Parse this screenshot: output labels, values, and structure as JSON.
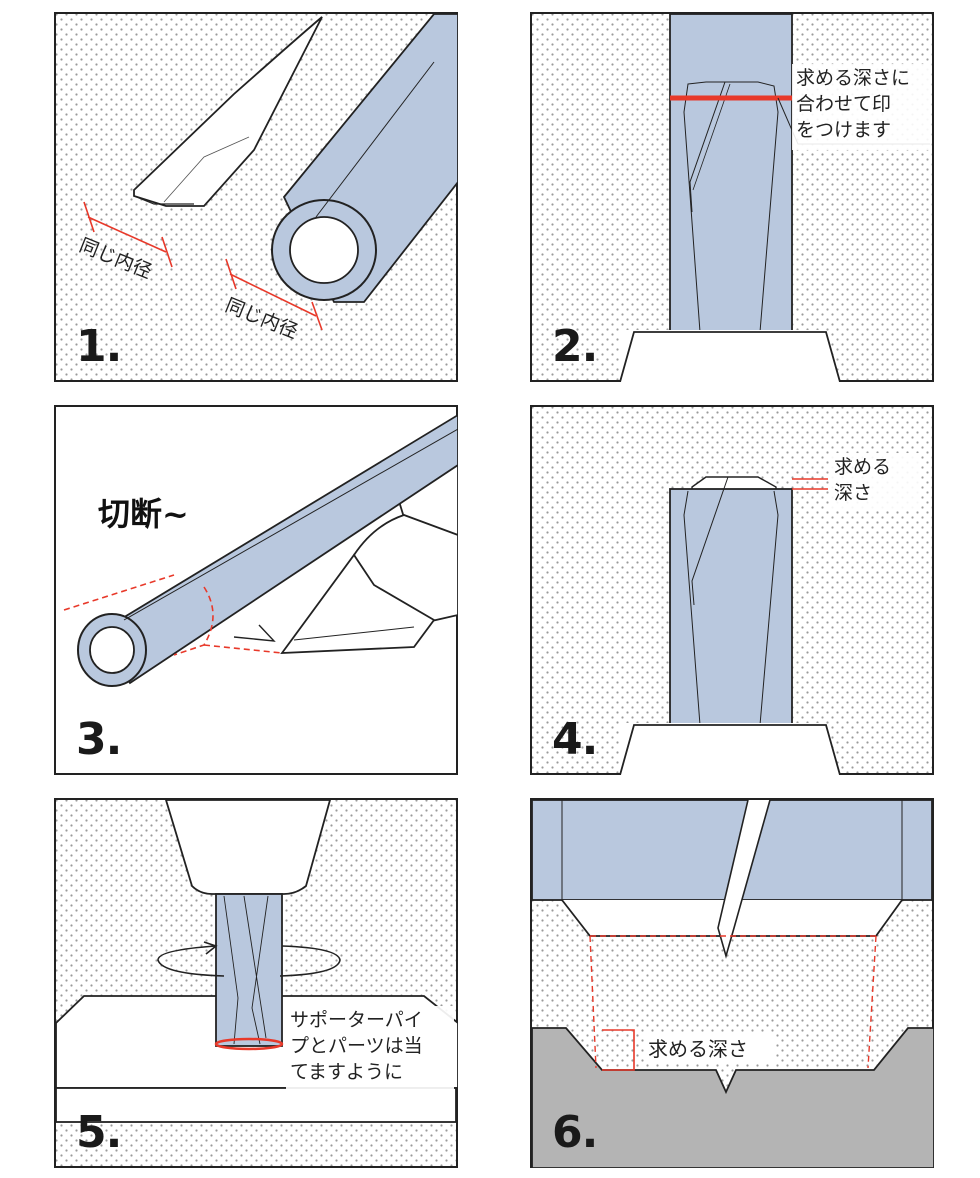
{
  "colors": {
    "pipe": "#b9c8de",
    "outline": "#222222",
    "marker": "#e8392a",
    "dot_bg": "#ffffff",
    "dot": "#9a9a9a",
    "ground": "#b4b4b4"
  },
  "panels": [
    {
      "number": "1.",
      "labels": {
        "same_inner_a": "同じ内径",
        "same_inner_b": "同じ内径"
      }
    },
    {
      "number": "2.",
      "labels": {
        "line1": "求める深さに",
        "line2": "合わせて印",
        "line3": "をつけます"
      }
    },
    {
      "number": "3.",
      "labels": {
        "cut": "切断~"
      }
    },
    {
      "number": "4.",
      "labels": {
        "line1": "求める",
        "line2": "深さ"
      }
    },
    {
      "number": "5.",
      "labels": {
        "line1": "サポーターパイ",
        "line2": "プとパーツは当",
        "line3": "てますように"
      }
    },
    {
      "number": "6.",
      "labels": {
        "depth": "求める深さ"
      }
    }
  ]
}
